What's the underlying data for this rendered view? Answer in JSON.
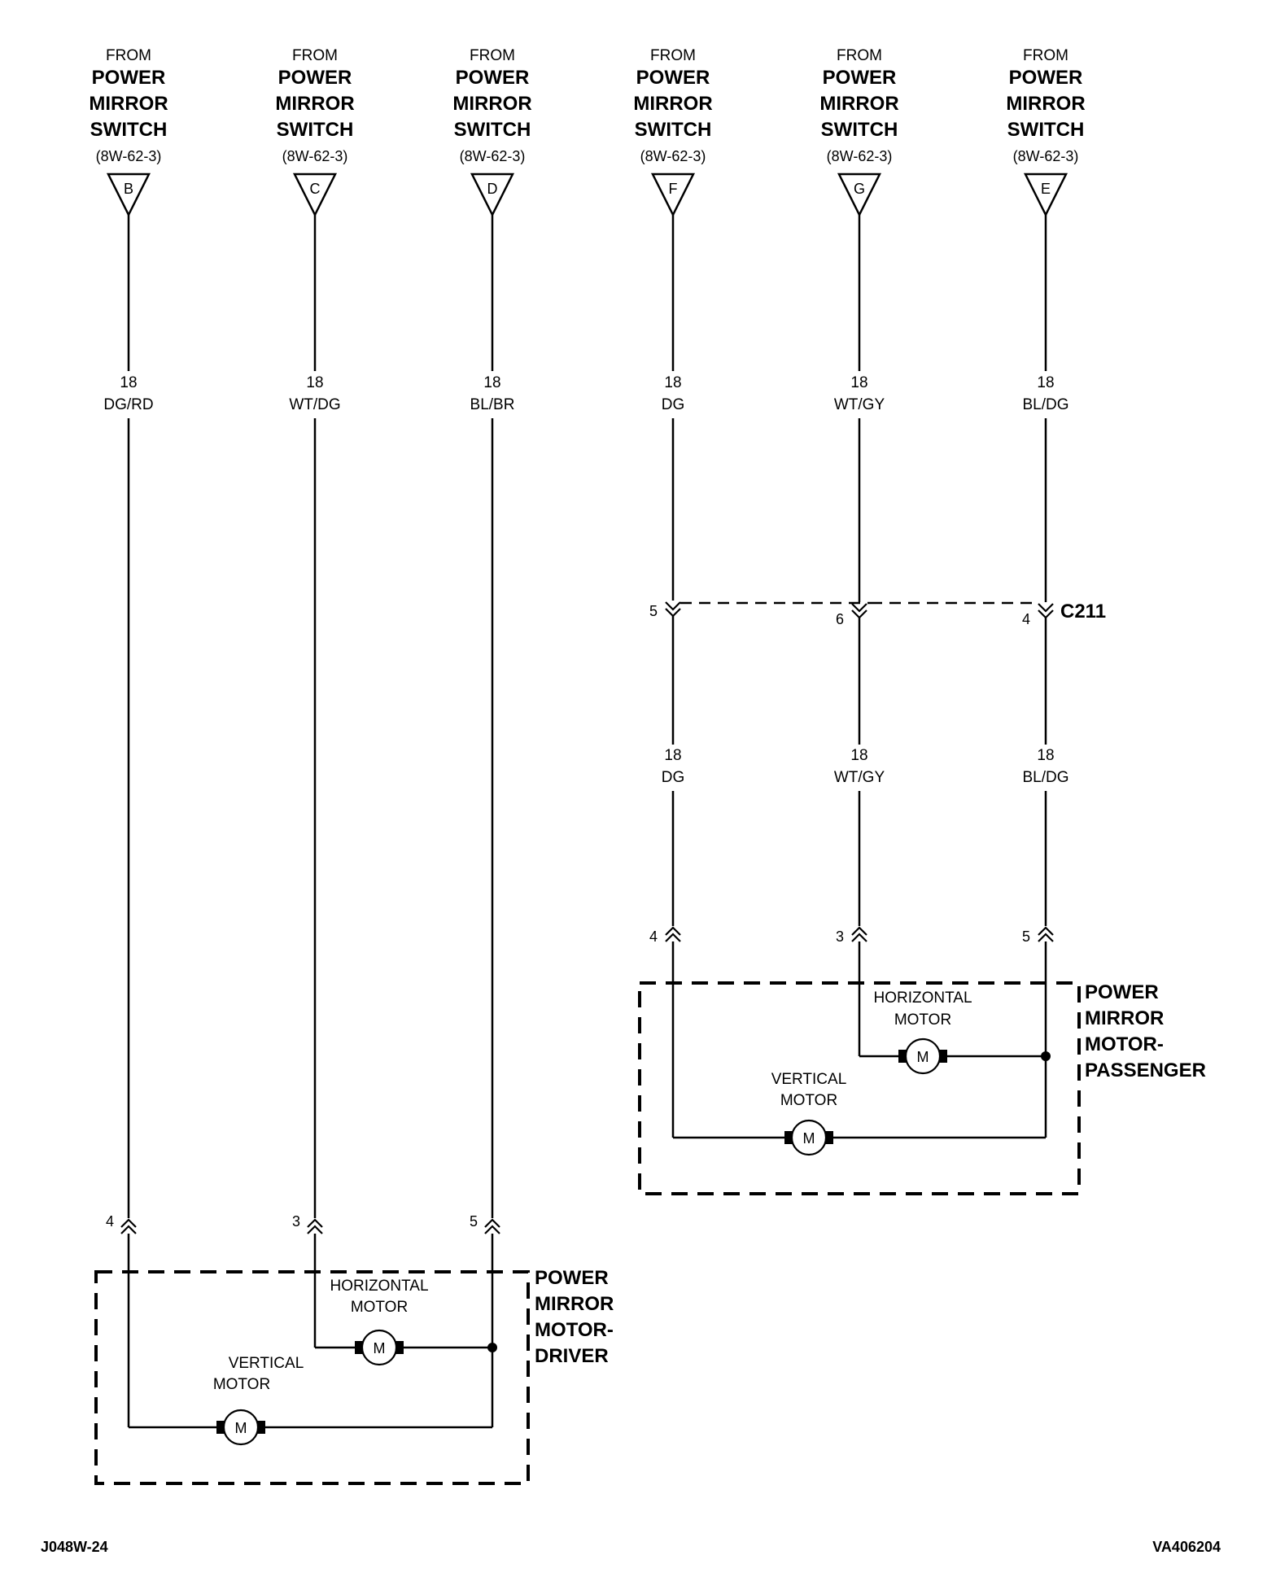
{
  "sources": [
    {
      "from": "FROM",
      "line1": "POWER",
      "line2": "MIRROR",
      "line3": "SWITCH",
      "ref": "(8W-62-3)",
      "cavity": "B",
      "gauge": "18",
      "color": "DG/RD"
    },
    {
      "from": "FROM",
      "line1": "POWER",
      "line2": "MIRROR",
      "line3": "SWITCH",
      "ref": "(8W-62-3)",
      "cavity": "C",
      "gauge": "18",
      "color": "WT/DG"
    },
    {
      "from": "FROM",
      "line1": "POWER",
      "line2": "MIRROR",
      "line3": "SWITCH",
      "ref": "(8W-62-3)",
      "cavity": "D",
      "gauge": "18",
      "color": "BL/BR"
    },
    {
      "from": "FROM",
      "line1": "POWER",
      "line2": "MIRROR",
      "line3": "SWITCH",
      "ref": "(8W-62-3)",
      "cavity": "F",
      "gauge": "18",
      "color": "DG"
    },
    {
      "from": "FROM",
      "line1": "POWER",
      "line2": "MIRROR",
      "line3": "SWITCH",
      "ref": "(8W-62-3)",
      "cavity": "G",
      "gauge": "18",
      "color": "WT/GY"
    },
    {
      "from": "FROM",
      "line1": "POWER",
      "line2": "MIRROR",
      "line3": "SWITCH",
      "ref": "(8W-62-3)",
      "cavity": "E",
      "gauge": "18",
      "color": "BL/DG"
    }
  ],
  "c211": {
    "name": "C211",
    "pins": [
      "5",
      "6",
      "4"
    ],
    "after_wires": [
      {
        "gauge": "18",
        "color": "DG"
      },
      {
        "gauge": "18",
        "color": "WT/GY"
      },
      {
        "gauge": "18",
        "color": "BL/DG"
      }
    ]
  },
  "driver": {
    "pins": [
      "4",
      "3",
      "5"
    ],
    "horizontal_motor": [
      "HORIZONTAL",
      "MOTOR"
    ],
    "vertical_motor": [
      "VERTICAL",
      "MOTOR"
    ],
    "motor_symbol": "M",
    "name": [
      "POWER",
      "MIRROR",
      "MOTOR-",
      "DRIVER"
    ]
  },
  "passenger": {
    "pins": [
      "4",
      "3",
      "5"
    ],
    "horizontal_motor": [
      "HORIZONTAL",
      "MOTOR"
    ],
    "vertical_motor": [
      "VERTICAL",
      "MOTOR"
    ],
    "motor_symbol": "M",
    "name": [
      "POWER",
      "MIRROR",
      "MOTOR-",
      "PASSENGER"
    ]
  },
  "footer": {
    "left": "J048W-24",
    "right": "VA406204"
  }
}
